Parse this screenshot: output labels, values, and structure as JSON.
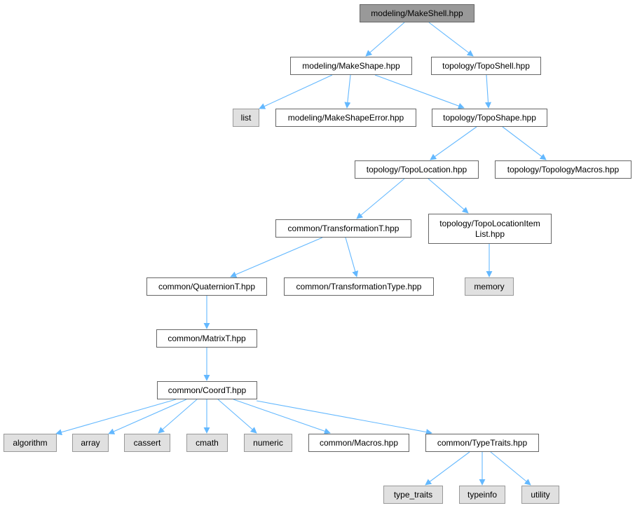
{
  "graph": {
    "edge_color": "#63b8ff",
    "nodes": [
      {
        "id": "makeshell",
        "label": [
          "modeling/MakeShell.hpp"
        ],
        "kind": "root",
        "fill": "#999999",
        "stroke": "#666666"
      },
      {
        "id": "makeshape",
        "label": [
          "modeling/MakeShape.hpp"
        ],
        "kind": "file",
        "fill": "#ffffff",
        "stroke": "#666666"
      },
      {
        "id": "toposhell",
        "label": [
          "topology/TopoShell.hpp"
        ],
        "kind": "file",
        "fill": "#ffffff",
        "stroke": "#666666"
      },
      {
        "id": "list",
        "label": [
          "list"
        ],
        "kind": "system",
        "fill": "#e0e0e0",
        "stroke": "#999999"
      },
      {
        "id": "makeshapeerror",
        "label": [
          "modeling/MakeShapeError.hpp"
        ],
        "kind": "file",
        "fill": "#ffffff",
        "stroke": "#666666"
      },
      {
        "id": "toposhape",
        "label": [
          "topology/TopoShape.hpp"
        ],
        "kind": "file",
        "fill": "#ffffff",
        "stroke": "#666666"
      },
      {
        "id": "topolocation",
        "label": [
          "topology/TopoLocation.hpp"
        ],
        "kind": "file",
        "fill": "#ffffff",
        "stroke": "#666666"
      },
      {
        "id": "topologymacros",
        "label": [
          "topology/TopologyMacros.hpp"
        ],
        "kind": "file",
        "fill": "#ffffff",
        "stroke": "#666666"
      },
      {
        "id": "transformationt",
        "label": [
          "common/TransformationT.hpp"
        ],
        "kind": "file",
        "fill": "#ffffff",
        "stroke": "#666666"
      },
      {
        "id": "topolocationitemlist",
        "label": [
          "topology/TopoLocationItem",
          "List.hpp"
        ],
        "kind": "file",
        "fill": "#ffffff",
        "stroke": "#666666"
      },
      {
        "id": "quaterniont",
        "label": [
          "common/QuaternionT.hpp"
        ],
        "kind": "file",
        "fill": "#ffffff",
        "stroke": "#666666"
      },
      {
        "id": "transformationtype",
        "label": [
          "common/TransformationType.hpp"
        ],
        "kind": "file",
        "fill": "#ffffff",
        "stroke": "#666666"
      },
      {
        "id": "memory",
        "label": [
          "memory"
        ],
        "kind": "system",
        "fill": "#e0e0e0",
        "stroke": "#999999"
      },
      {
        "id": "matrixt",
        "label": [
          "common/MatrixT.hpp"
        ],
        "kind": "file",
        "fill": "#ffffff",
        "stroke": "#666666"
      },
      {
        "id": "coordt",
        "label": [
          "common/CoordT.hpp"
        ],
        "kind": "file",
        "fill": "#ffffff",
        "stroke": "#666666"
      },
      {
        "id": "algorithm",
        "label": [
          "algorithm"
        ],
        "kind": "system",
        "fill": "#e0e0e0",
        "stroke": "#999999"
      },
      {
        "id": "array",
        "label": [
          "array"
        ],
        "kind": "system",
        "fill": "#e0e0e0",
        "stroke": "#999999"
      },
      {
        "id": "cassert",
        "label": [
          "cassert"
        ],
        "kind": "system",
        "fill": "#e0e0e0",
        "stroke": "#999999"
      },
      {
        "id": "cmath",
        "label": [
          "cmath"
        ],
        "kind": "system",
        "fill": "#e0e0e0",
        "stroke": "#999999"
      },
      {
        "id": "numeric",
        "label": [
          "numeric"
        ],
        "kind": "system",
        "fill": "#e0e0e0",
        "stroke": "#999999"
      },
      {
        "id": "macros",
        "label": [
          "common/Macros.hpp"
        ],
        "kind": "file",
        "fill": "#ffffff",
        "stroke": "#666666"
      },
      {
        "id": "typetraits",
        "label": [
          "common/TypeTraits.hpp"
        ],
        "kind": "file",
        "fill": "#ffffff",
        "stroke": "#666666"
      },
      {
        "id": "type_traits",
        "label": [
          "type_traits"
        ],
        "kind": "system",
        "fill": "#e0e0e0",
        "stroke": "#999999"
      },
      {
        "id": "typeinfo",
        "label": [
          "typeinfo"
        ],
        "kind": "system",
        "fill": "#e0e0e0",
        "stroke": "#999999"
      },
      {
        "id": "utility",
        "label": [
          "utility"
        ],
        "kind": "system",
        "fill": "#e0e0e0",
        "stroke": "#999999"
      }
    ],
    "edges": [
      [
        "makeshell",
        "makeshape"
      ],
      [
        "makeshell",
        "toposhell"
      ],
      [
        "makeshape",
        "list"
      ],
      [
        "makeshape",
        "makeshapeerror"
      ],
      [
        "makeshape",
        "toposhape"
      ],
      [
        "toposhell",
        "toposhape"
      ],
      [
        "toposhape",
        "topolocation"
      ],
      [
        "toposhape",
        "topologymacros"
      ],
      [
        "topolocation",
        "transformationt"
      ],
      [
        "topolocation",
        "topolocationitemlist"
      ],
      [
        "transformationt",
        "quaterniont"
      ],
      [
        "transformationt",
        "transformationtype"
      ],
      [
        "topolocationitemlist",
        "memory"
      ],
      [
        "quaterniont",
        "matrixt"
      ],
      [
        "matrixt",
        "coordt"
      ],
      [
        "coordt",
        "algorithm"
      ],
      [
        "coordt",
        "array"
      ],
      [
        "coordt",
        "cassert"
      ],
      [
        "coordt",
        "cmath"
      ],
      [
        "coordt",
        "numeric"
      ],
      [
        "coordt",
        "macros"
      ],
      [
        "coordt",
        "typetraits"
      ],
      [
        "typetraits",
        "type_traits"
      ],
      [
        "typetraits",
        "typeinfo"
      ],
      [
        "typetraits",
        "utility"
      ]
    ]
  }
}
